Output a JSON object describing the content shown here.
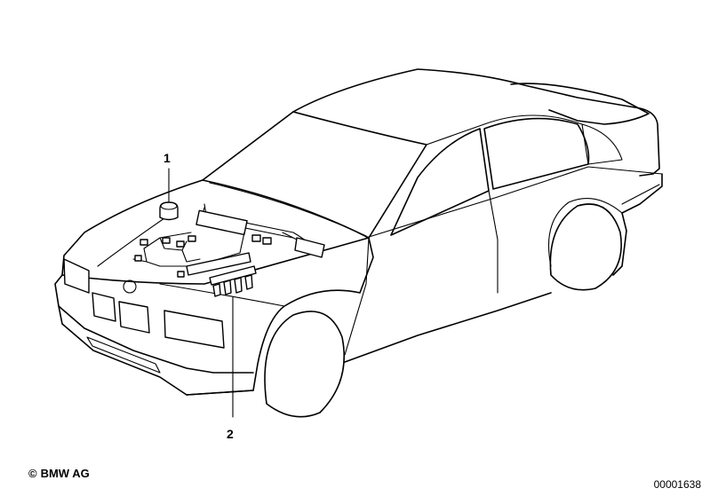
{
  "callouts": [
    {
      "number": "1"
    },
    {
      "number": "2"
    }
  ],
  "copyright": {
    "symbol": "©",
    "text": "BMW AG"
  },
  "diagram_id": "00001638"
}
